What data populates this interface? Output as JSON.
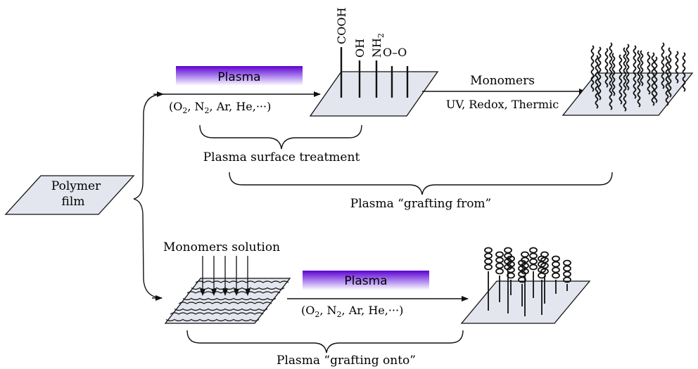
{
  "polymer_film": {
    "line1": "Polymer",
    "line2": "film"
  },
  "top": {
    "plasma_label": "Plasma",
    "gases_prefix": "(O",
    "sub2": "2",
    "gases_mid": ", N",
    "gases_suffix": ", Ar, He,···)",
    "groups": {
      "cooh": "COOH",
      "oh": "OH",
      "nh": "NH",
      "nh_sub": "2",
      "oo": "O–O"
    },
    "monomers": "Monomers",
    "conditions": "UV, Redox, Thermic",
    "surface_treatment": "Plasma surface treatment",
    "grafting_from": "Plasma “grafting from”"
  },
  "bottom": {
    "monomers_solution": "Monomers solution",
    "plasma_label": "Plasma",
    "gases_prefix": "(O",
    "sub2": "2",
    "gases_mid": ", N",
    "gases_suffix": ", Ar, He,···)",
    "grafting_onto": "Plasma “grafting onto”"
  },
  "colors": {
    "plasma_dark": "#6a00d8",
    "plasma_light": "#ffffff",
    "plate_fill": "#e3e6ee",
    "ink": "#111111"
  }
}
